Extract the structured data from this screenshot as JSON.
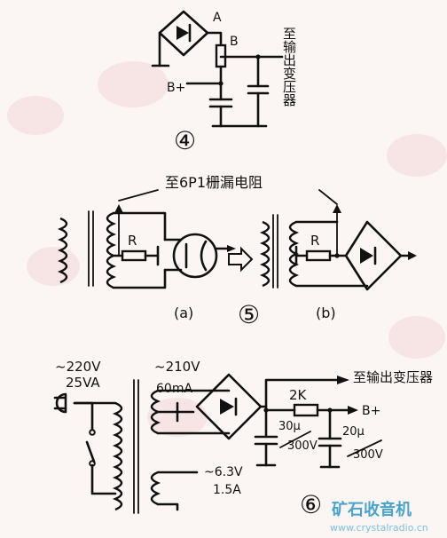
{
  "fig4": {
    "label_a": "A",
    "label_b": "B",
    "label_bplus": "B+",
    "to_output": "至输出变压器",
    "number": "④"
  },
  "fig5": {
    "title": "至6P1栅漏电阻",
    "label_r_a": "R",
    "label_r_b": "R",
    "sub_a": "(a)",
    "sub_b": "(b)",
    "number": "⑤"
  },
  "fig6": {
    "v220": "~220V",
    "va25": "25VA",
    "v210": "~210V",
    "ma60": "60mA",
    "to_output": "至输出变压器",
    "r2k": "2K",
    "bplus": "B+",
    "c1_value": "30μ",
    "c1_voltage": "300V",
    "c2_value": "20μ",
    "c2_voltage": "300V",
    "v63": "~6.3V",
    "a15": "1.5A",
    "number": "⑥"
  },
  "watermark": {
    "name": "矿石收音机",
    "url": "www.crystalradio.cn",
    "color": "#4aa3c8"
  }
}
